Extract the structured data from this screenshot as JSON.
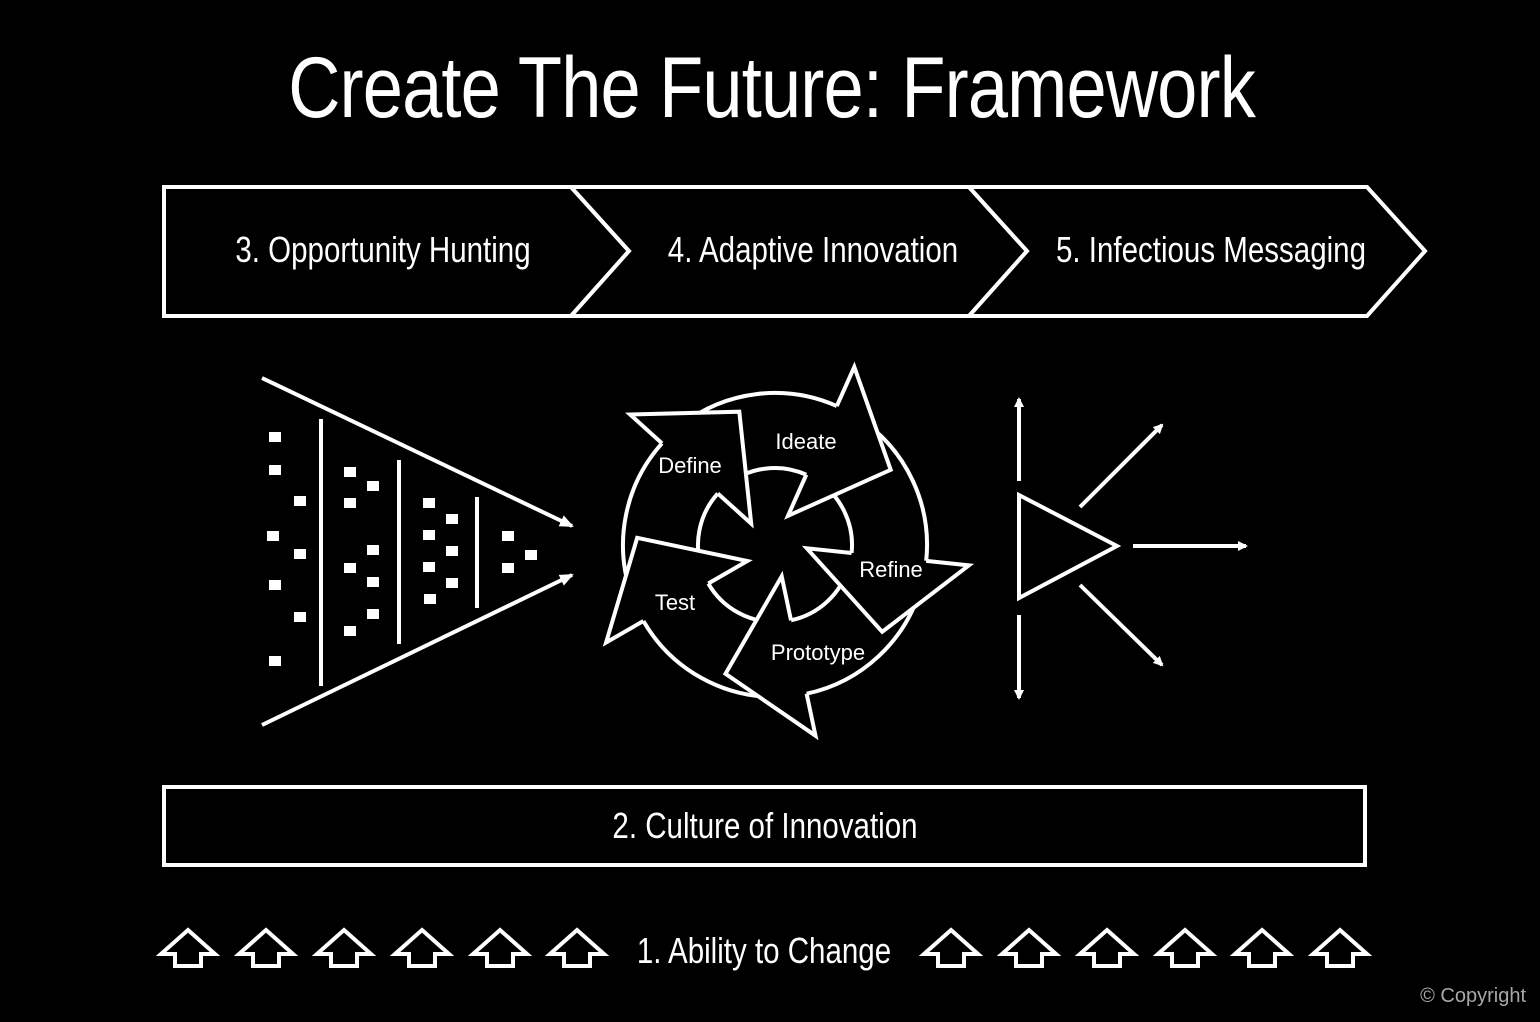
{
  "title": "Create The Future: Framework",
  "stages": [
    {
      "id": "3",
      "label": "3. Opportunity Hunting"
    },
    {
      "id": "4",
      "label": "4. Adaptive Innovation"
    },
    {
      "id": "5",
      "label": "5. Infectious Messaging"
    }
  ],
  "cycle": {
    "segments": [
      {
        "label": "Define"
      },
      {
        "label": "Ideate"
      },
      {
        "label": "Refine"
      },
      {
        "label": "Prototype"
      },
      {
        "label": "Test"
      }
    ]
  },
  "icons": {
    "opportunity": "funnel-icon",
    "innovation": "cycle-arrows-icon",
    "messaging": "broadcast-icon",
    "ability": "up-arrow-icon"
  },
  "foundation": {
    "culture_label": "2. Culture of Innovation",
    "ability_label": "1. Ability to Change",
    "arrow_count_left": 6,
    "arrow_count_right": 6
  },
  "footer": {
    "copyright": "© Copyright"
  },
  "colors": {
    "background": "#000000",
    "foreground": "#ffffff",
    "muted": "#a8a8a8"
  }
}
